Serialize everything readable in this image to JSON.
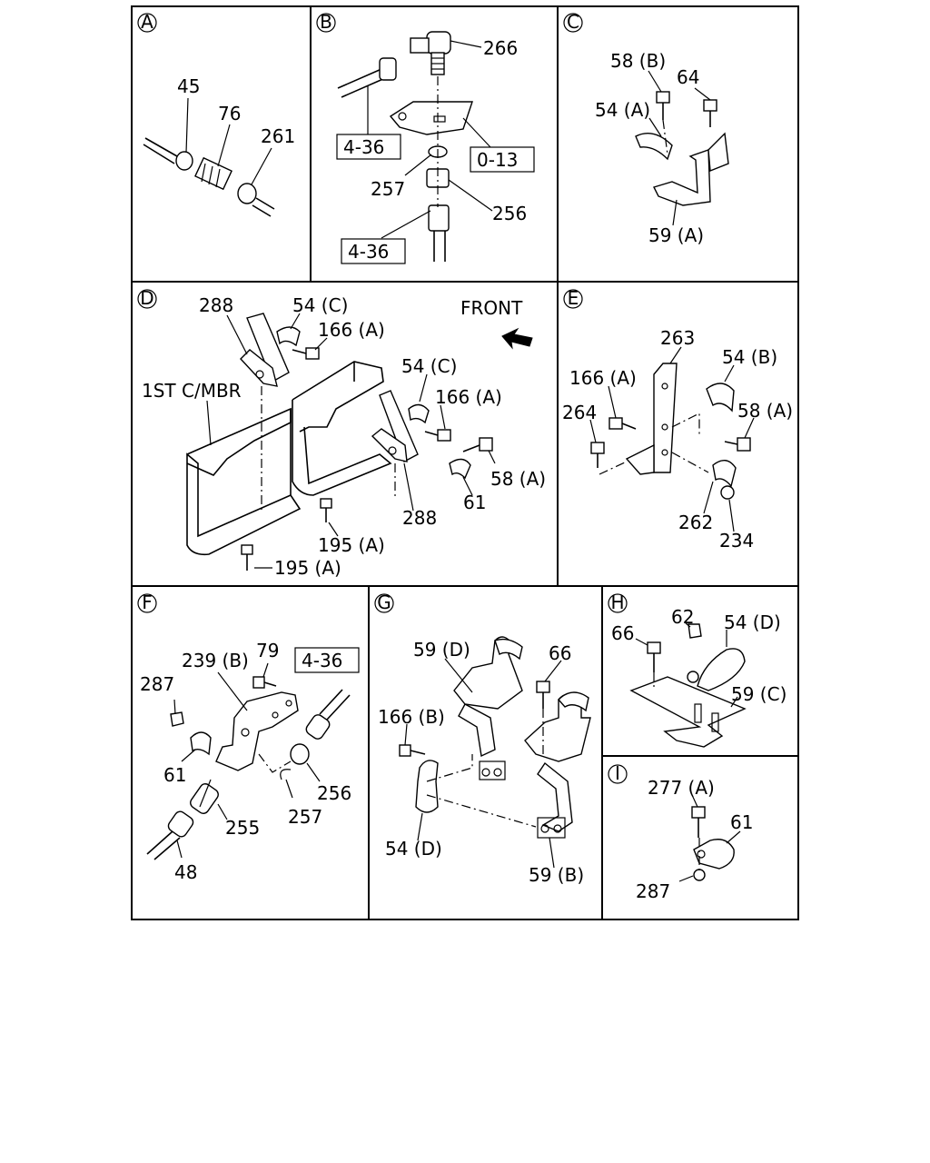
{
  "panels": {
    "A": {
      "letter": "A",
      "callouts": [
        "45",
        "76",
        "261"
      ]
    },
    "B": {
      "letter": "B",
      "callouts": [
        "266",
        "257",
        "256"
      ],
      "refs": [
        "4-36",
        "0-13",
        "4-36"
      ]
    },
    "C": {
      "letter": "C",
      "callouts": [
        "58 (B)",
        "64",
        "54 (A)",
        "59 (A)"
      ]
    },
    "D": {
      "letter": "D",
      "callouts": [
        "288",
        "54 (C)",
        "166 (A)",
        "54 (C)",
        "166 (A)",
        "58 (A)",
        "61",
        "288",
        "195 (A)",
        "195 (A)"
      ],
      "labels": {
        "front": "FRONT",
        "member": "1ST C/MBR"
      }
    },
    "E": {
      "letter": "E",
      "callouts": [
        "263",
        "54 (B)",
        "166 (A)",
        "264",
        "58 (A)",
        "262",
        "234"
      ]
    },
    "F": {
      "letter": "F",
      "callouts": [
        "239 (B)",
        "79",
        "287",
        "61",
        "255",
        "257",
        "256",
        "48"
      ],
      "refs": [
        "4-36"
      ]
    },
    "G": {
      "letter": "G",
      "callouts": [
        "59 (D)",
        "66",
        "166 (B)",
        "54 (D)",
        "59 (B)"
      ]
    },
    "H": {
      "letter": "H",
      "callouts": [
        "66",
        "62",
        "54 (D)",
        "59 (C)"
      ]
    },
    "I": {
      "letter": "I",
      "callouts": [
        "277 (A)",
        "61",
        "287"
      ]
    }
  }
}
